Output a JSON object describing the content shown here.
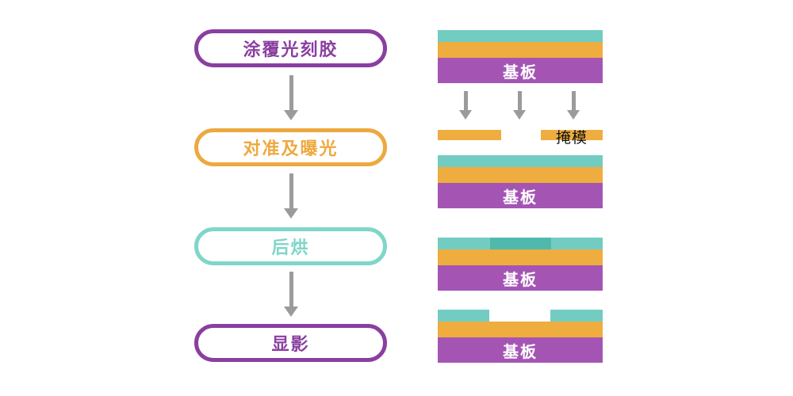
{
  "flowchart": {
    "steps": [
      {
        "label": "涂覆光刻胶",
        "color": "#8a3fa0"
      },
      {
        "label": "对准及曝光",
        "color": "#eda93f"
      },
      {
        "label": "后烘",
        "color": "#7fd6c9"
      },
      {
        "label": "显影",
        "color": "#8a3fa0"
      }
    ]
  },
  "cross_sections": {
    "substrate_label": "基板",
    "mask_label": "掩模",
    "stages": [
      {
        "name": "coated-wafer",
        "layers": [
          "photoresist",
          "film",
          "substrate"
        ]
      },
      {
        "name": "exposure",
        "light_arrows": 3,
        "mask_segments": 2
      },
      {
        "name": "after-post-bake",
        "exposed_region": "center"
      },
      {
        "name": "after-develop",
        "removed_region": "center"
      }
    ]
  },
  "colors": {
    "photoresist": "#72ccc2",
    "exposed_photoresist": "#4fb9ad",
    "film": "#eead3e",
    "substrate": "#a455b4",
    "mask": "#eead3e",
    "arrow_gray": "#9b9b9b",
    "flow_purple": "#8a3fa0",
    "flow_orange": "#eda93f",
    "flow_teal": "#7fd6c9",
    "substrate_text": "#ffffff",
    "mask_text": "#111111",
    "background": "#ffffff"
  }
}
